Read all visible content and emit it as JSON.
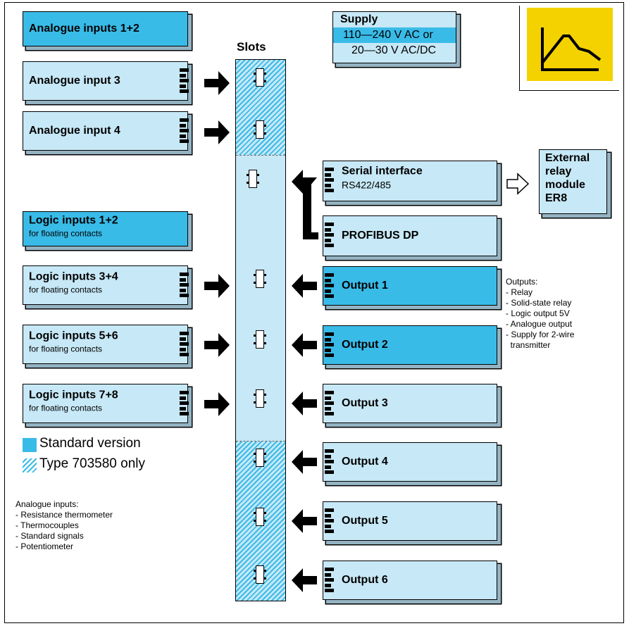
{
  "supply": {
    "title": "Supply",
    "line1": "110—240 V AC or",
    "line2": "20—30 V AC/DC"
  },
  "slots_label": "Slots",
  "left_modules": [
    {
      "name": "Analogue inputs 1+2",
      "sub": "",
      "version": "standard"
    },
    {
      "name": "Analogue input 3",
      "sub": "",
      "version": "type-703580"
    },
    {
      "name": "Analogue input 4",
      "sub": "",
      "version": "type-703580"
    },
    {
      "name": "Logic inputs 1+2",
      "sub": "for floating contacts",
      "version": "standard"
    },
    {
      "name": "Logic inputs 3+4",
      "sub": "for floating contacts",
      "version": "optional"
    },
    {
      "name": "Logic inputs 5+6",
      "sub": "for floating contacts",
      "version": "optional"
    },
    {
      "name": "Logic inputs 7+8",
      "sub": "for floating contacts",
      "version": "optional"
    }
  ],
  "right_modules": [
    {
      "name": "Serial interface",
      "sub": "RS422/485"
    },
    {
      "name": "PROFIBUS DP",
      "sub": ""
    },
    {
      "name": "Output 1",
      "sub": ""
    },
    {
      "name": "Output 2",
      "sub": ""
    },
    {
      "name": "Output 3",
      "sub": ""
    },
    {
      "name": "Output 4",
      "sub": ""
    },
    {
      "name": "Output 5",
      "sub": ""
    },
    {
      "name": "Output 6",
      "sub": ""
    }
  ],
  "external_relay": {
    "line1": "External",
    "line2": "relay",
    "line3": "module",
    "line4": "ER8"
  },
  "outputs_note": "Outputs:\n- Relay\n- Solid-state relay\n- Logic output 5V\n- Analogue output\n- Supply for 2-wire\n  transmitter",
  "legend": {
    "standard": "Standard version",
    "type": "Type 703580 only"
  },
  "analogue_note": "Analogue inputs:\n- Resistance thermometer\n- Thermocouples\n- Standard signals\n- Potentiometer",
  "colors": {
    "standard": "#39bbe8",
    "option": "#c7e8f6",
    "logo": "#f3d200"
  }
}
